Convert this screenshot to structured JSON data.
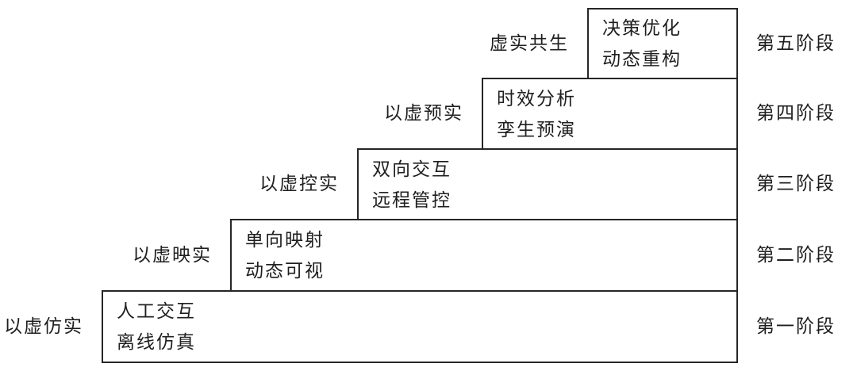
{
  "colors": {
    "background": "#ffffff",
    "border": "#262626",
    "text": "#1f1f1f"
  },
  "stages": [
    {
      "left_label": "以虚仿实",
      "line1": "人工交互",
      "line2": "离线仿真",
      "right_label": "第一阶段"
    },
    {
      "left_label": "以虚映实",
      "line1": "单向映射",
      "line2": "动态可视",
      "right_label": "第二阶段"
    },
    {
      "left_label": "以虚控实",
      "line1": "双向交互",
      "line2": "远程管控",
      "right_label": "第三阶段"
    },
    {
      "left_label": "以虚预实",
      "line1": "时效分析",
      "line2": "孪生预演",
      "right_label": "第四阶段"
    },
    {
      "left_label": "虚实共生",
      "line1": "决策优化",
      "line2": "动态重构",
      "right_label": "第五阶段"
    }
  ]
}
